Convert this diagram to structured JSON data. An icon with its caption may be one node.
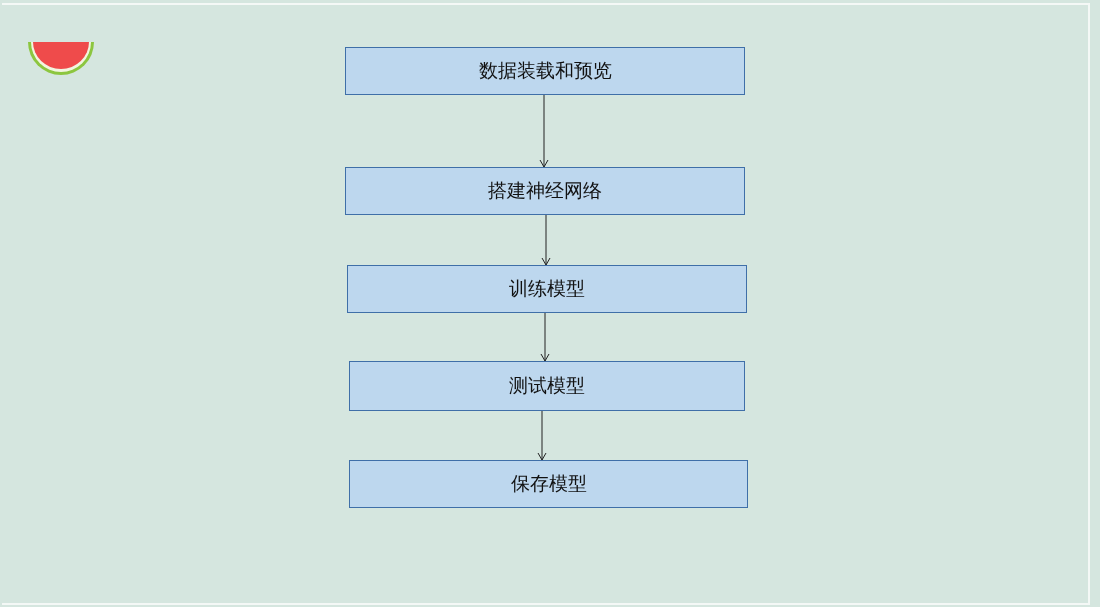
{
  "diagram": {
    "nodes": [
      {
        "text": [
          "数据装载和预览"
        ]
      },
      {
        "text": [
          "搭建神经网络"
        ]
      },
      {
        "text": [
          "训练模型"
        ]
      },
      {
        "text": [
          "测试模型"
        ]
      },
      {
        "text": [
          "保存模型"
        ]
      }
    ],
    "edges": [
      {
        "from": 0,
        "to": 1,
        "arrow": "to"
      },
      {
        "from": 1,
        "to": 2,
        "arrow": "to"
      },
      {
        "from": 2,
        "to": 3,
        "arrow": "to"
      },
      {
        "from": 3,
        "to": 4,
        "arrow": "to"
      }
    ]
  }
}
